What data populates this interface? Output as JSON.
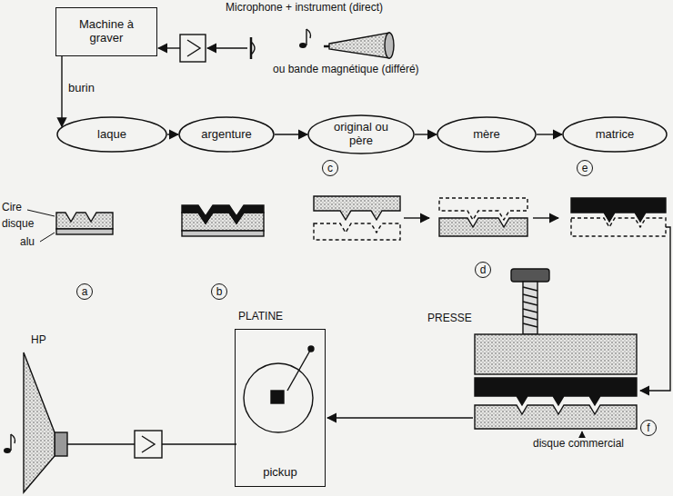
{
  "diagram": {
    "nodes": [
      {
        "text": [
          "Machine à graver"
        ]
      },
      {
        "text": [
          "laque"
        ]
      },
      {
        "text": [
          "argenture"
        ]
      },
      {
        "text": [
          "original ou père"
        ]
      },
      {
        "text": [
          "mère"
        ]
      },
      {
        "text": [
          "matrice"
        ]
      },
      {
        "text": [
          "PLATINE",
          "pickup"
        ]
      }
    ],
    "edges": [
      {
        "from": 0,
        "to": 1,
        "arrow": "to",
        "label": "burin"
      },
      {
        "from": 1,
        "to": 2,
        "arrow": "to"
      },
      {
        "from": 2,
        "to": 3,
        "arrow": "to"
      },
      {
        "from": 3,
        "to": 4,
        "arrow": "to"
      },
      {
        "from": 4,
        "to": 5,
        "arrow": "to"
      }
    ],
    "labels": [
      "Microphone + instrument (direct)",
      "ou bande magnétique (différé)",
      "c",
      "e",
      "Cire",
      "disque",
      "alu",
      "a",
      "b",
      "d",
      "PRESSE",
      "HP",
      "f",
      "disque commercial"
    ]
  }
}
